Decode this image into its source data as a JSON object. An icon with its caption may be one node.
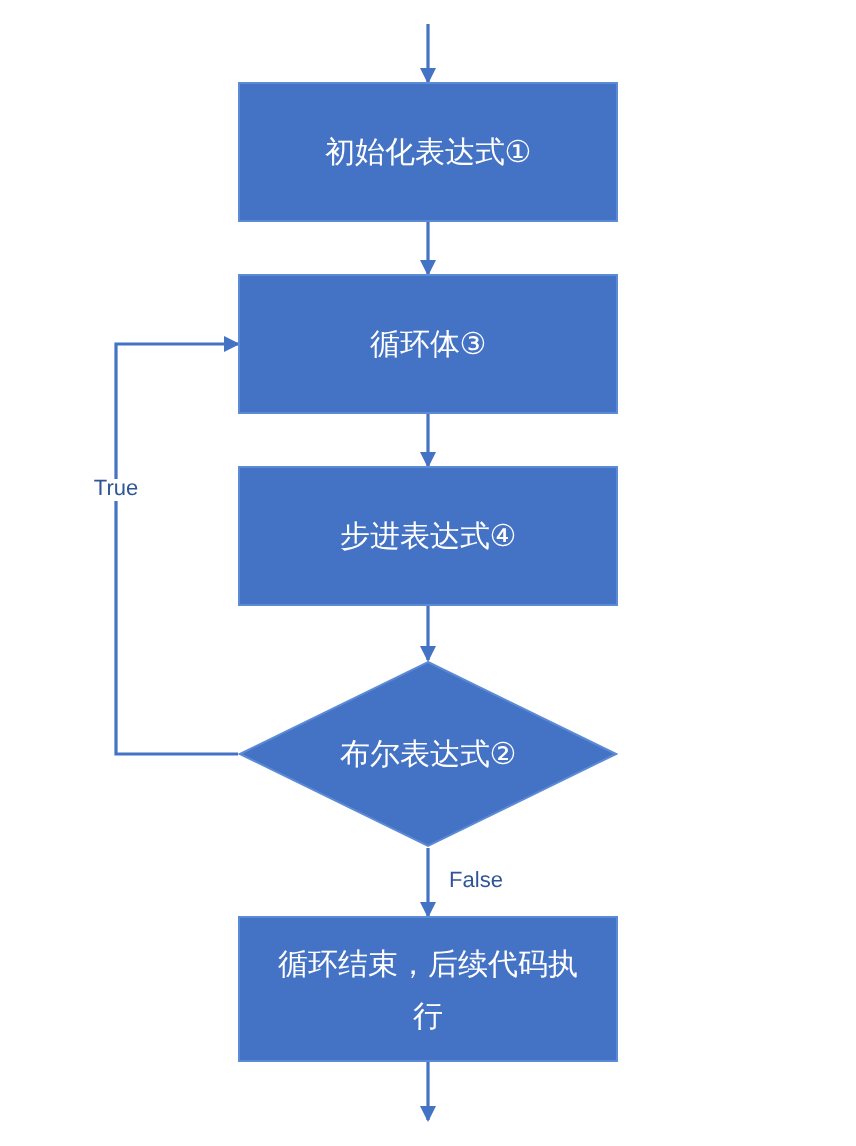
{
  "diagram": {
    "nodes": [
      {
        "text": [
          "初始化表达式①"
        ]
      },
      {
        "text": [
          "循环体③"
        ]
      },
      {
        "text": [
          "步进表达式④"
        ]
      },
      {
        "text": [
          "布尔表达式②"
        ]
      },
      {
        "text": [
          "循环结束，后续代码执行"
        ]
      }
    ],
    "edges": [
      {
        "from": null,
        "to": 0,
        "arrow": "to"
      },
      {
        "from": 0,
        "to": 1,
        "arrow": "to"
      },
      {
        "from": 1,
        "to": 2,
        "arrow": "to"
      },
      {
        "from": 2,
        "to": 3,
        "arrow": "to"
      },
      {
        "from": 3,
        "to": 1,
        "arrow": "to",
        "label": "True"
      },
      {
        "from": 3,
        "to": 4,
        "arrow": "to",
        "label": "False"
      },
      {
        "from": 4,
        "to": null,
        "arrow": "to"
      }
    ]
  }
}
